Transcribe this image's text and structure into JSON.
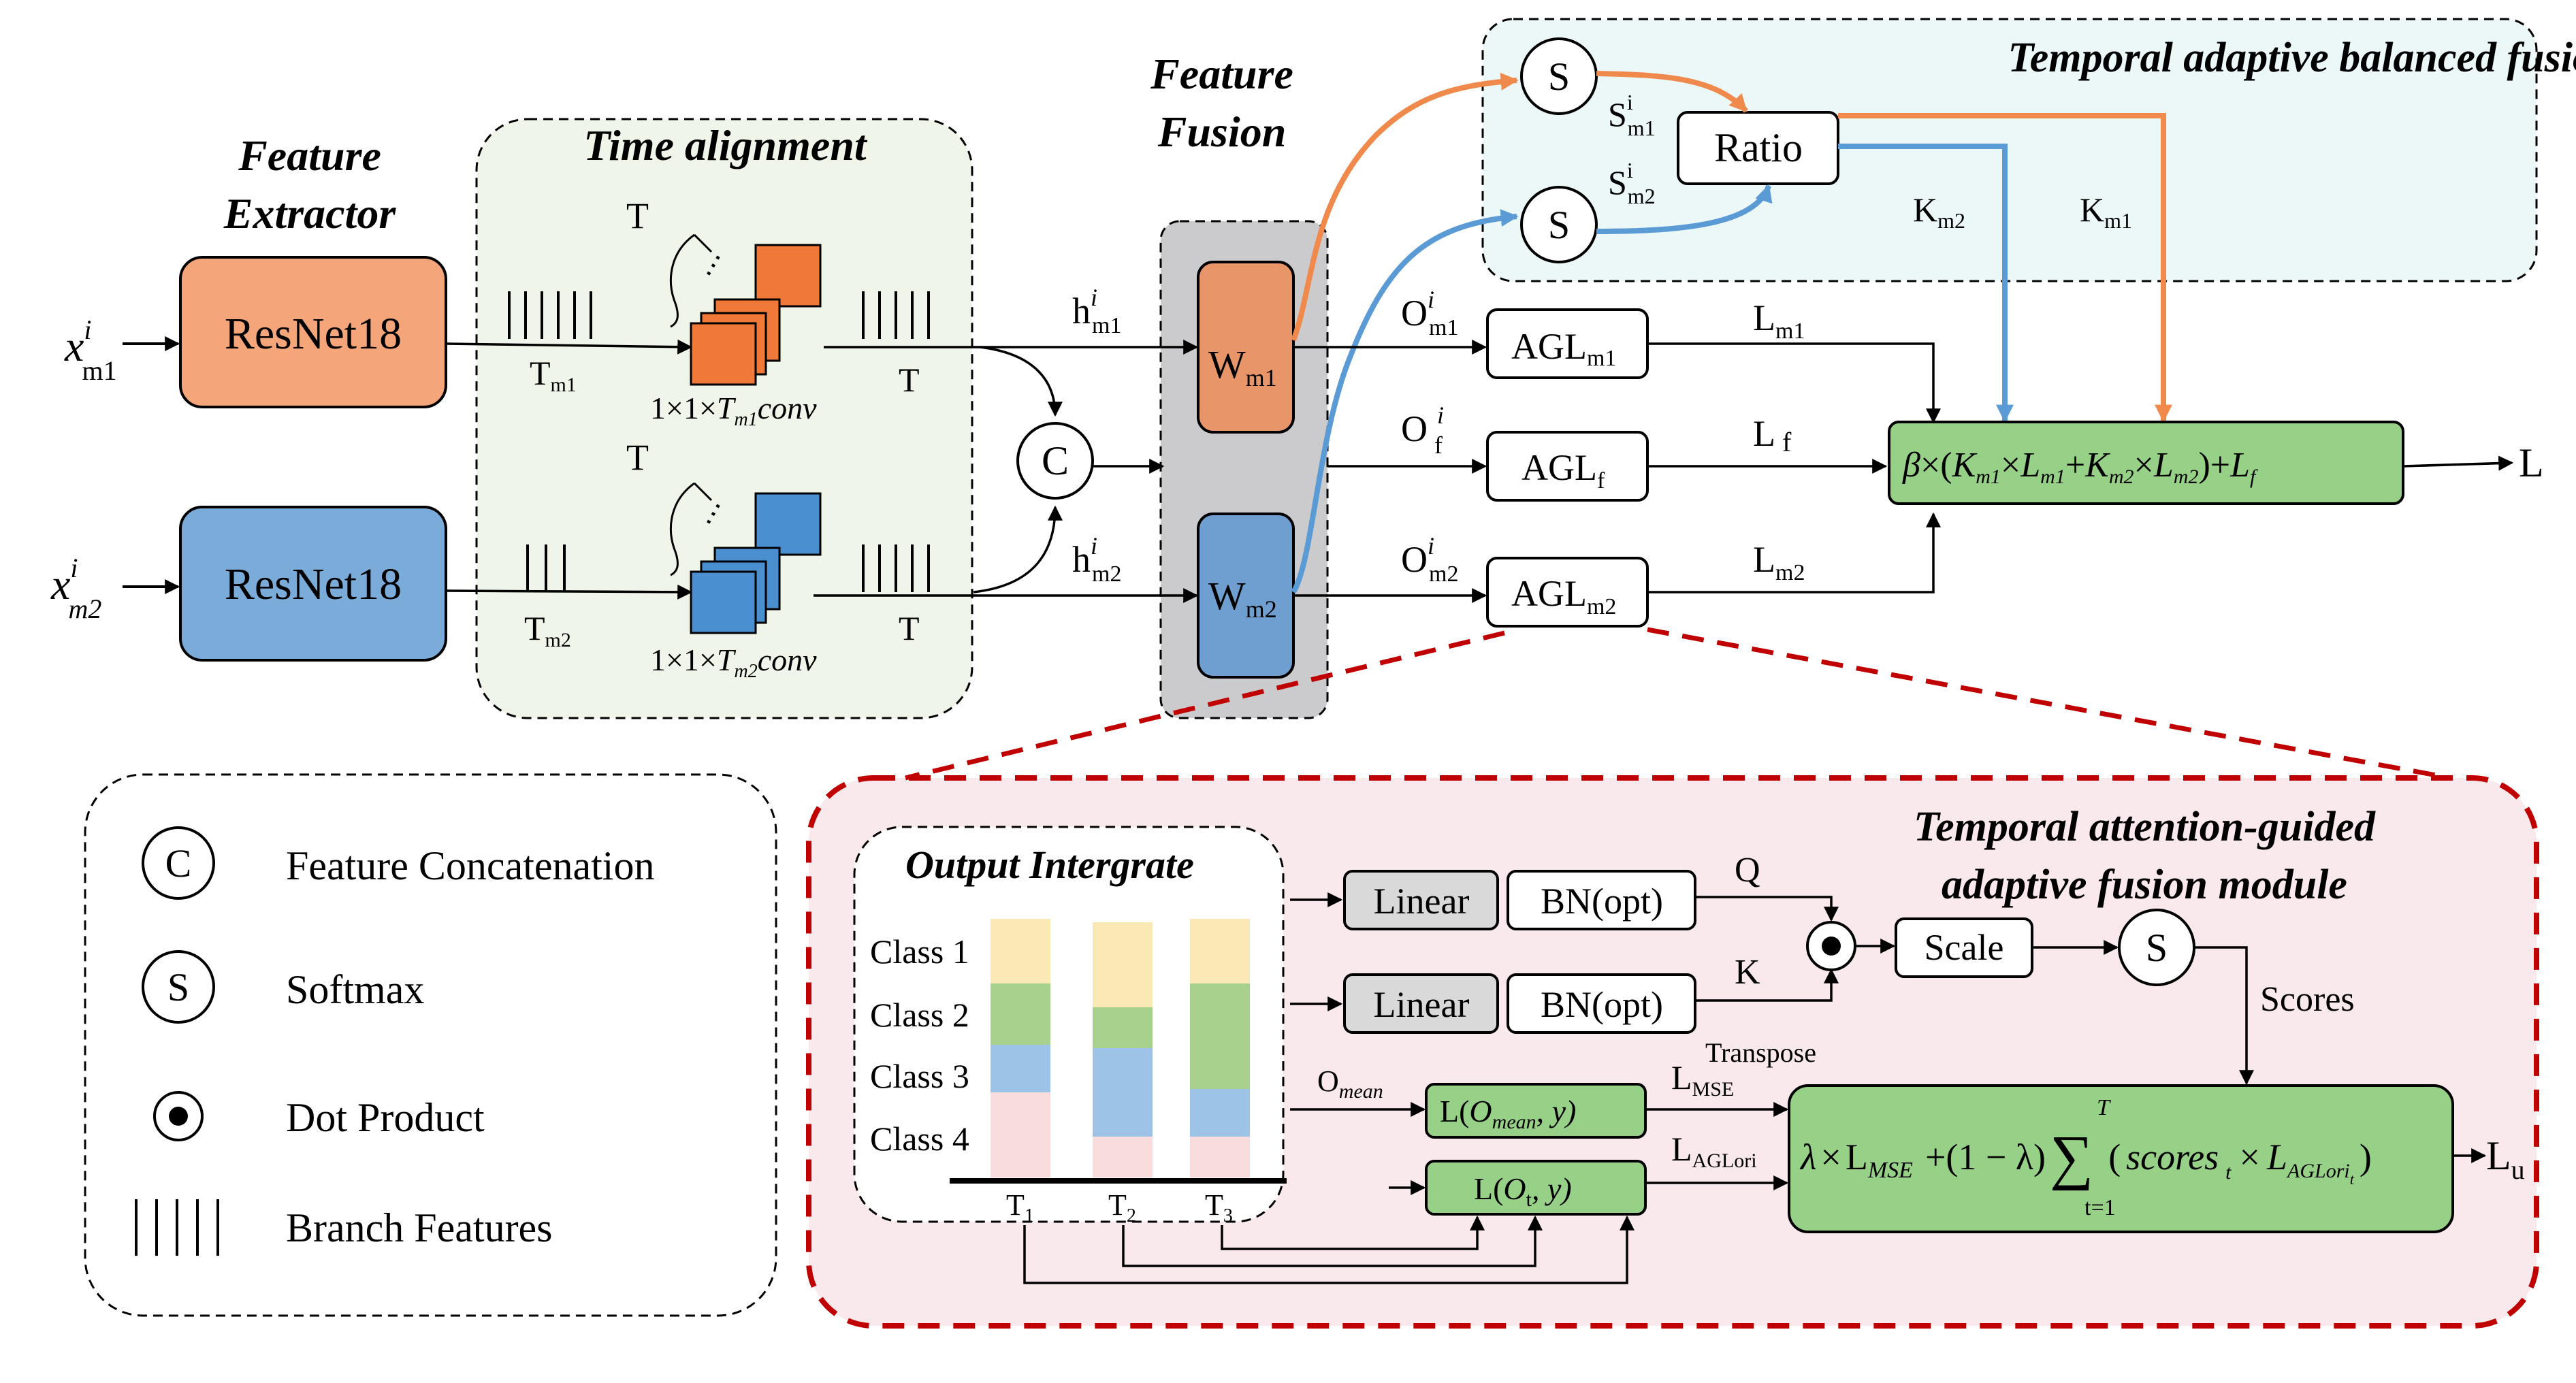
{
  "colors": {
    "resnet_m1": "#f4a57a",
    "resnet_m2": "#7aabd9",
    "block_orange": "#f07838",
    "block_blue": "#4a90d0",
    "time_align_bg": "#eff5e8",
    "fusion_bg": "#cbcbcd",
    "w_m1": "#e8956a",
    "w_m2": "#6f9fd0",
    "loss_bg": "#ecf7f8",
    "module_bg": "#f9e8ec",
    "module_border": "#c00000",
    "green_box": "#97d187",
    "gray_box": "#d9d9d9",
    "orange_arrow": "#ef8a4c",
    "blue_arrow": "#5b9bd5",
    "class1": "#fbe9b5",
    "class2": "#a8d18d",
    "class3": "#9dc3e6",
    "class4": "#f9dcdc"
  },
  "inputs": {
    "x_m1": {
      "main": "x",
      "sup": "i",
      "sub": "m1"
    },
    "x_m2": {
      "main": "x",
      "sup": "i",
      "sub": "m2"
    }
  },
  "extractor": {
    "title_line1": "Feature",
    "title_line2": "Extractor",
    "resnet_m1": "ResNet18",
    "resnet_m2": "ResNet18"
  },
  "time_alignment": {
    "title": "Time alignment",
    "T_top": "T",
    "T_bottom": "T",
    "Tm1": {
      "main": "T",
      "sub": "m1"
    },
    "Tm2": {
      "main": "T",
      "sub": "m2"
    },
    "T_out_top": "T",
    "T_out_bottom": "T",
    "conv_m1": {
      "prefix": "1×1×",
      "T": "T",
      "sub": "m1",
      "suffix": "conv"
    },
    "conv_m2": {
      "prefix": "1×1×",
      "T": "T",
      "sub": "m2",
      "suffix": "conv"
    },
    "dots": "⋯"
  },
  "fusion": {
    "title_line1": "Feature",
    "title_line2": "Fusion",
    "concat": "C",
    "h_m1": {
      "main": "h",
      "sup": "i",
      "sub": "m1"
    },
    "h_m2": {
      "main": "h",
      "sup": "i",
      "sub": "m2"
    },
    "W_m1": {
      "main": "W",
      "sub": "m1"
    },
    "W_m2": {
      "main": "W",
      "sub": "m2"
    }
  },
  "outputs": {
    "O_m1": {
      "main": "O",
      "sup": "i",
      "sub": "m1"
    },
    "O_f": {
      "main": "O",
      "sup": "i",
      "sub": "f"
    },
    "O_m2": {
      "main": "O",
      "sup": "i",
      "sub": "m2"
    },
    "AGL_m1": {
      "main": "AGL",
      "sub": "m1"
    },
    "AGL_f": {
      "main": "AGL",
      "sub": "f"
    },
    "AGL_m2": {
      "main": "AGL",
      "sub": "m2"
    },
    "L_m1": {
      "main": "L",
      "sub": "m1"
    },
    "L_f": {
      "main": "L",
      "sub": "f"
    },
    "L_m2": {
      "main": "L",
      "sub": "m2"
    },
    "L_out": "L"
  },
  "balanced_loss": {
    "title": "Temporal adaptive balanced fusion loss",
    "softmax_top": "S",
    "softmax_bottom": "S",
    "S_m1": {
      "main": "S",
      "sup": "i",
      "sub": "m1"
    },
    "S_m2": {
      "main": "S",
      "sup": "i",
      "sub": "m2"
    },
    "ratio": "Ratio",
    "K_m2": {
      "main": "K",
      "sub": "m2"
    },
    "K_m1": {
      "main": "K",
      "sub": "m1"
    },
    "formula": {
      "beta": "β",
      "times_open": "×(",
      "K": "K",
      "m1": "m1",
      "times": "×",
      "L": "L",
      "plus": "+",
      "m2": "m2",
      "close_plus": ")+",
      "Lf": "L",
      "f": "f"
    }
  },
  "legend": {
    "items": [
      {
        "symbol": "C",
        "label": "Feature Concatenation"
      },
      {
        "symbol": "S",
        "label": "Softmax"
      },
      {
        "symbol": "dot",
        "label": "Dot Product"
      },
      {
        "symbol": "bars",
        "label": "Branch Features"
      }
    ]
  },
  "module": {
    "title_line1": "Temporal attention-guided",
    "title_line2": "adaptive fusion module",
    "output_integrate": "Output Intergrate",
    "classes": [
      "Class 1",
      "Class 2",
      "Class 3",
      "Class 4"
    ],
    "timesteps": [
      {
        "main": "T",
        "sub": "1"
      },
      {
        "main": "T",
        "sub": "2"
      },
      {
        "main": "T",
        "sub": "3"
      }
    ],
    "linear_top": "Linear",
    "linear_bottom": "Linear",
    "bn_top": "BN(opt)",
    "bn_bottom": "BN(opt)",
    "Q": "Q",
    "K": "K",
    "transpose": "Transpose",
    "scale": "Scale",
    "softmax": "S",
    "scores": "Scores",
    "O_mean": {
      "main": "O",
      "sub": "mean"
    },
    "loss_mean": {
      "prefix": "L(",
      "O": "O",
      "sub": "mean",
      "suffix": ", y)"
    },
    "loss_t": {
      "prefix": "L(",
      "O": "O",
      "sub": "t",
      "suffix": ", y)"
    },
    "L_MSE": {
      "main": "L",
      "sub": "MSE"
    },
    "L_AGLori": {
      "main": "L",
      "sub": "AGLori"
    },
    "final": {
      "lambda": "λ",
      "times": "×",
      "L": "L",
      "MSE": "MSE",
      "plus": "+(1 − λ)",
      "sigma": "∑",
      "upper": "T",
      "lower": "t=1",
      "open": "(",
      "scores": "scores",
      "t": "t",
      "LAGL": "L",
      "AGLori": "AGLori",
      "t2": "t",
      "close": ")"
    },
    "L_u": {
      "main": "L",
      "sub": "u"
    }
  }
}
